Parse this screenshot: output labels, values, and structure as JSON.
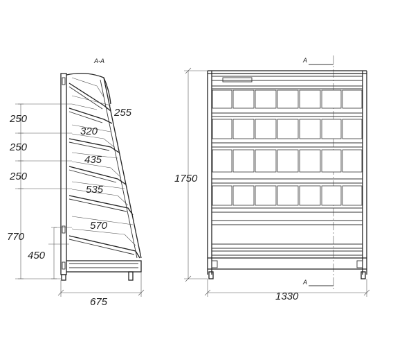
{
  "section_label": "A-A",
  "cut_labels": {
    "top": "A",
    "bottom": "A"
  },
  "side_view": {
    "shelf_spacing": [
      "250",
      "250",
      "250"
    ],
    "shelf_depths": [
      "255",
      "320",
      "435",
      "535",
      "570"
    ],
    "bottom_height_total": "770",
    "bottom_height_lower": "450",
    "overall_depth": "675"
  },
  "front_view": {
    "overall_height": "1750",
    "overall_width": "1330"
  },
  "colors": {
    "line": "#333333",
    "background": "#ffffff"
  }
}
